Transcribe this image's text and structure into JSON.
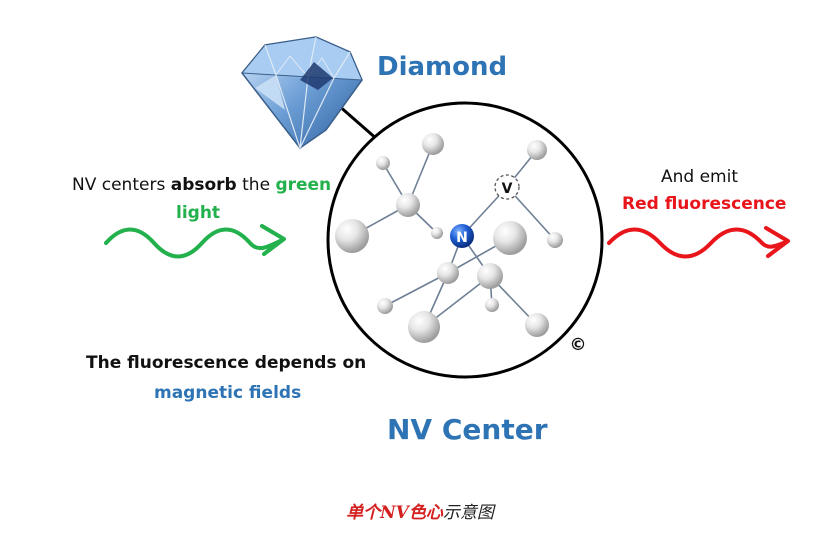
{
  "labels": {
    "diamond": "Diamond",
    "absorb_prefix": "NV centers ",
    "absorb_bold": "absorb",
    "absorb_mid": " the ",
    "absorb_green": "green",
    "absorb_line2": "light",
    "emit_line1": "And emit",
    "emit_line2": "Red fluorescence",
    "fluor_line1": "The fluorescence depends on",
    "fluor_line2": "magnetic fields",
    "nv_center": "NV Center",
    "nitrogen": "N",
    "vacancy": "V",
    "copyright": "©"
  },
  "caption": {
    "red_part": "单个NV色心",
    "black_part": "示意图"
  },
  "colors": {
    "title_blue": "#2e74b5",
    "green_light": "#22b14c",
    "red_fluorescence": "#e8151b",
    "nitrogen_blue": "#1f5fd6"
  }
}
